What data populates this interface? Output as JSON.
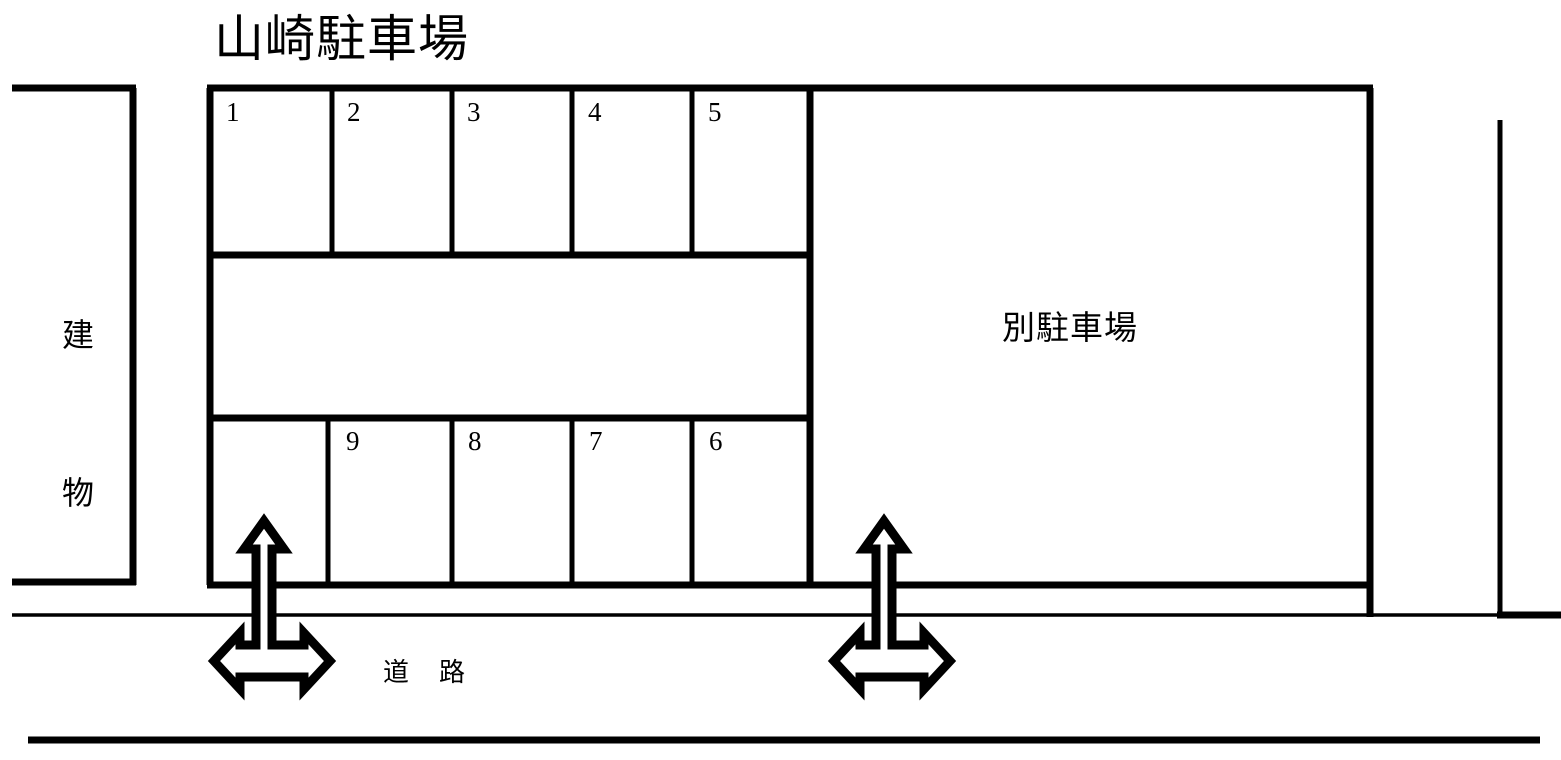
{
  "title": "山崎駐車場",
  "labels": {
    "building": "建物",
    "building_chars": [
      "建",
      "物"
    ],
    "other_parking": "別駐車場",
    "road": "道　路"
  },
  "colors": {
    "line": "#000000",
    "background": "#ffffff",
    "text": "#000000"
  },
  "parking": {
    "top_row": [
      {
        "number": "1"
      },
      {
        "number": "2"
      },
      {
        "number": "3"
      },
      {
        "number": "4"
      },
      {
        "number": "5"
      }
    ],
    "bottom_row": [
      {
        "number": "9"
      },
      {
        "number": "8"
      },
      {
        "number": "7"
      },
      {
        "number": "6"
      }
    ]
  },
  "arrows": [
    {
      "name": "access-arrow-left",
      "directions": "up-left-right"
    },
    {
      "name": "access-arrow-right",
      "directions": "up-left-right"
    }
  ]
}
